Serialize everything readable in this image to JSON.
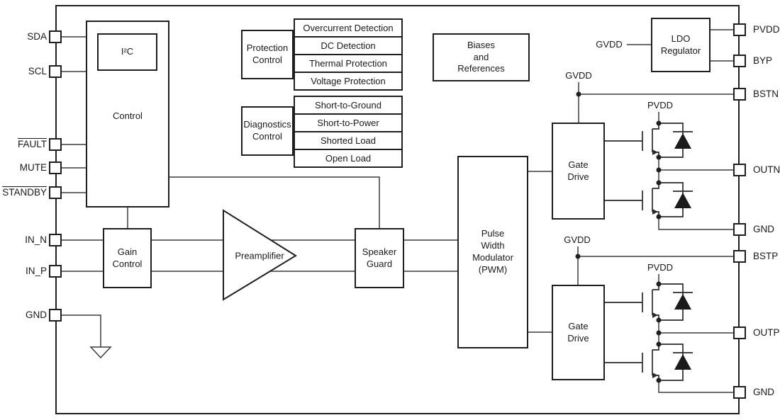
{
  "colors": {
    "ink": "#1f1f1f",
    "wire": "#3c3c3c",
    "background": "#ffffff"
  },
  "left_pins": [
    {
      "label": "SDA",
      "overline": false
    },
    {
      "label": "SCL",
      "overline": false
    },
    {
      "label": "FAULT",
      "overline": true
    },
    {
      "label": "MUTE",
      "overline": false
    },
    {
      "label": "STANDBY",
      "overline": true
    },
    {
      "label": "IN_N",
      "overline": false
    },
    {
      "label": "IN_P",
      "overline": false
    },
    {
      "label": "GND",
      "overline": false
    }
  ],
  "right_pins": [
    {
      "label": "PVDD"
    },
    {
      "label": "BYP"
    },
    {
      "label": "BSTN"
    },
    {
      "label": "OUTN"
    },
    {
      "label": "GND"
    },
    {
      "label": "BSTP"
    },
    {
      "label": "OUTP"
    },
    {
      "label": "GND"
    }
  ],
  "blocks": {
    "control": "Control",
    "i2c": "I²C",
    "gain": "Gain\nControl",
    "preamp": "Preamplifier",
    "speaker_guard": "Speaker\nGuard",
    "pwm": "Pulse\nWidth\nModulator\n(PWM)",
    "gate_drive_n": "Gate\nDrive",
    "gate_drive_p": "Gate\nDrive",
    "ldo": "LDO\nRegulator",
    "biases": "Biases\nand\nReferences",
    "protection": "Protection\nControl",
    "diagnostics": "Diagnostics\nControl"
  },
  "protection_items": [
    "Overcurrent Detection",
    "DC Detection",
    "Thermal Protection",
    "Voltage Protection"
  ],
  "diagnostics_items": [
    "Short-to-Ground",
    "Short-to-Power",
    "Shorted Load",
    "Open Load"
  ],
  "net_labels": {
    "ldo_in": "GVDD",
    "boot_n": "GVDD",
    "boot_p": "GVDD",
    "pvdd_n": "PVDD",
    "pvdd_p": "PVDD"
  }
}
